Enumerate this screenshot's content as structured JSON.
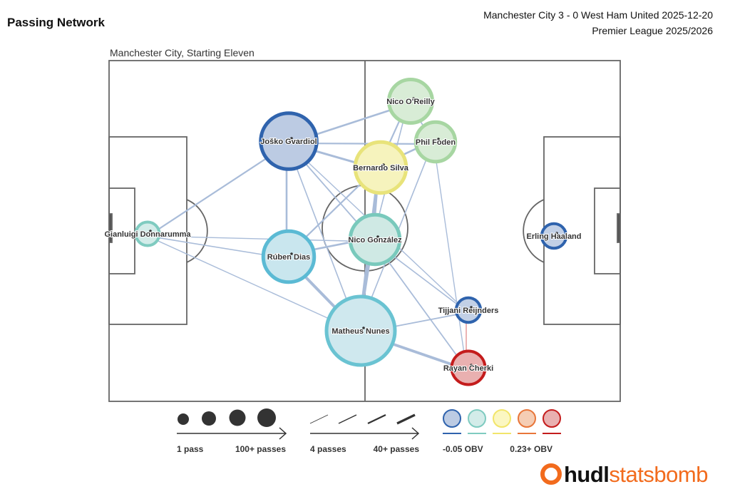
{
  "header": {
    "title": "Passing Network",
    "match": "Manchester City 3 - 0 West Ham United 2025-12-20",
    "competition": "Premier League 2025/2026",
    "subtitle": "Manchester City, Starting Eleven"
  },
  "colors": {
    "pitch_line": "#666666",
    "edge": "#a9bcd9",
    "edge_red": "#e8a0a0",
    "accent": "#f26b1d"
  },
  "chart_data": {
    "type": "network",
    "title": "Passing Network",
    "players": [
      {
        "name": "Gianluigi Donnarumma",
        "size": 0.1,
        "fill": "#d3ece9",
        "stroke": "#7fcbc0"
      },
      {
        "name": "Joško Gvardiol",
        "size": 0.75,
        "fill": "#bccbe3",
        "stroke": "#2f63ad"
      },
      {
        "name": "Nico O'Reilly",
        "size": 0.5,
        "fill": "#d8ecd6",
        "stroke": "#a7d6a2"
      },
      {
        "name": "Phil Foden",
        "size": 0.42,
        "fill": "#d8ecd6",
        "stroke": "#a7d6a2"
      },
      {
        "name": "Bernardo Silva",
        "size": 0.65,
        "fill": "#f6f3bd",
        "stroke": "#e8e37a"
      },
      {
        "name": "Nico González",
        "size": 0.62,
        "fill": "#cfe9e4",
        "stroke": "#79c9bc"
      },
      {
        "name": "Rúben Dias",
        "size": 0.65,
        "fill": "#c9e6ee",
        "stroke": "#5bbad4"
      },
      {
        "name": "Matheus Nunes",
        "size": 1.0,
        "fill": "#cfe8ee",
        "stroke": "#6ac3d2"
      },
      {
        "name": "Tijjani Reijnders",
        "size": 0.12,
        "fill": "#c2d0e6",
        "stroke": "#2f63ad"
      },
      {
        "name": "Rayan Cherki",
        "size": 0.3,
        "fill": "#e9b0b0",
        "stroke": "#c41c1c"
      },
      {
        "name": "Erling Haaland",
        "size": 0.12,
        "fill": "#c2d0e6",
        "stroke": "#2f63ad"
      }
    ],
    "edges": [
      [
        0,
        1,
        8
      ],
      [
        0,
        6,
        5
      ],
      [
        0,
        7,
        4
      ],
      [
        0,
        5,
        4
      ],
      [
        1,
        2,
        10
      ],
      [
        1,
        3,
        8
      ],
      [
        1,
        4,
        12
      ],
      [
        1,
        6,
        10
      ],
      [
        1,
        5,
        6
      ],
      [
        1,
        7,
        5
      ],
      [
        2,
        4,
        8
      ],
      [
        2,
        3,
        6
      ],
      [
        3,
        4,
        10
      ],
      [
        4,
        5,
        14
      ],
      [
        4,
        7,
        12
      ],
      [
        4,
        6,
        8
      ],
      [
        5,
        6,
        10
      ],
      [
        5,
        7,
        14
      ],
      [
        5,
        8,
        5
      ],
      [
        5,
        9,
        6
      ],
      [
        6,
        7,
        20
      ],
      [
        7,
        9,
        16
      ],
      [
        7,
        8,
        6
      ],
      [
        8,
        9,
        5
      ],
      [
        2,
        5,
        5
      ],
      [
        3,
        7,
        5
      ],
      [
        3,
        9,
        4
      ],
      [
        1,
        8,
        4
      ]
    ],
    "legend": {
      "size_min": "1 pass",
      "size_max": "100+ passes",
      "width_min": "4 passes",
      "width_max": "40+ passes",
      "color_min": "-0.05 OBV",
      "color_max": "0.23+ OBV",
      "obv_colors": [
        [
          "#bccbe3",
          "#2f63ad"
        ],
        [
          "#d3ece9",
          "#7fcbc0"
        ],
        [
          "#fbf7c2",
          "#f2e56a"
        ],
        [
          "#f5cdb4",
          "#e8763a"
        ],
        [
          "#e9b0b0",
          "#c41c1c"
        ]
      ]
    }
  },
  "logo": {
    "part1": "hudl",
    "part2": "statsbomb"
  }
}
